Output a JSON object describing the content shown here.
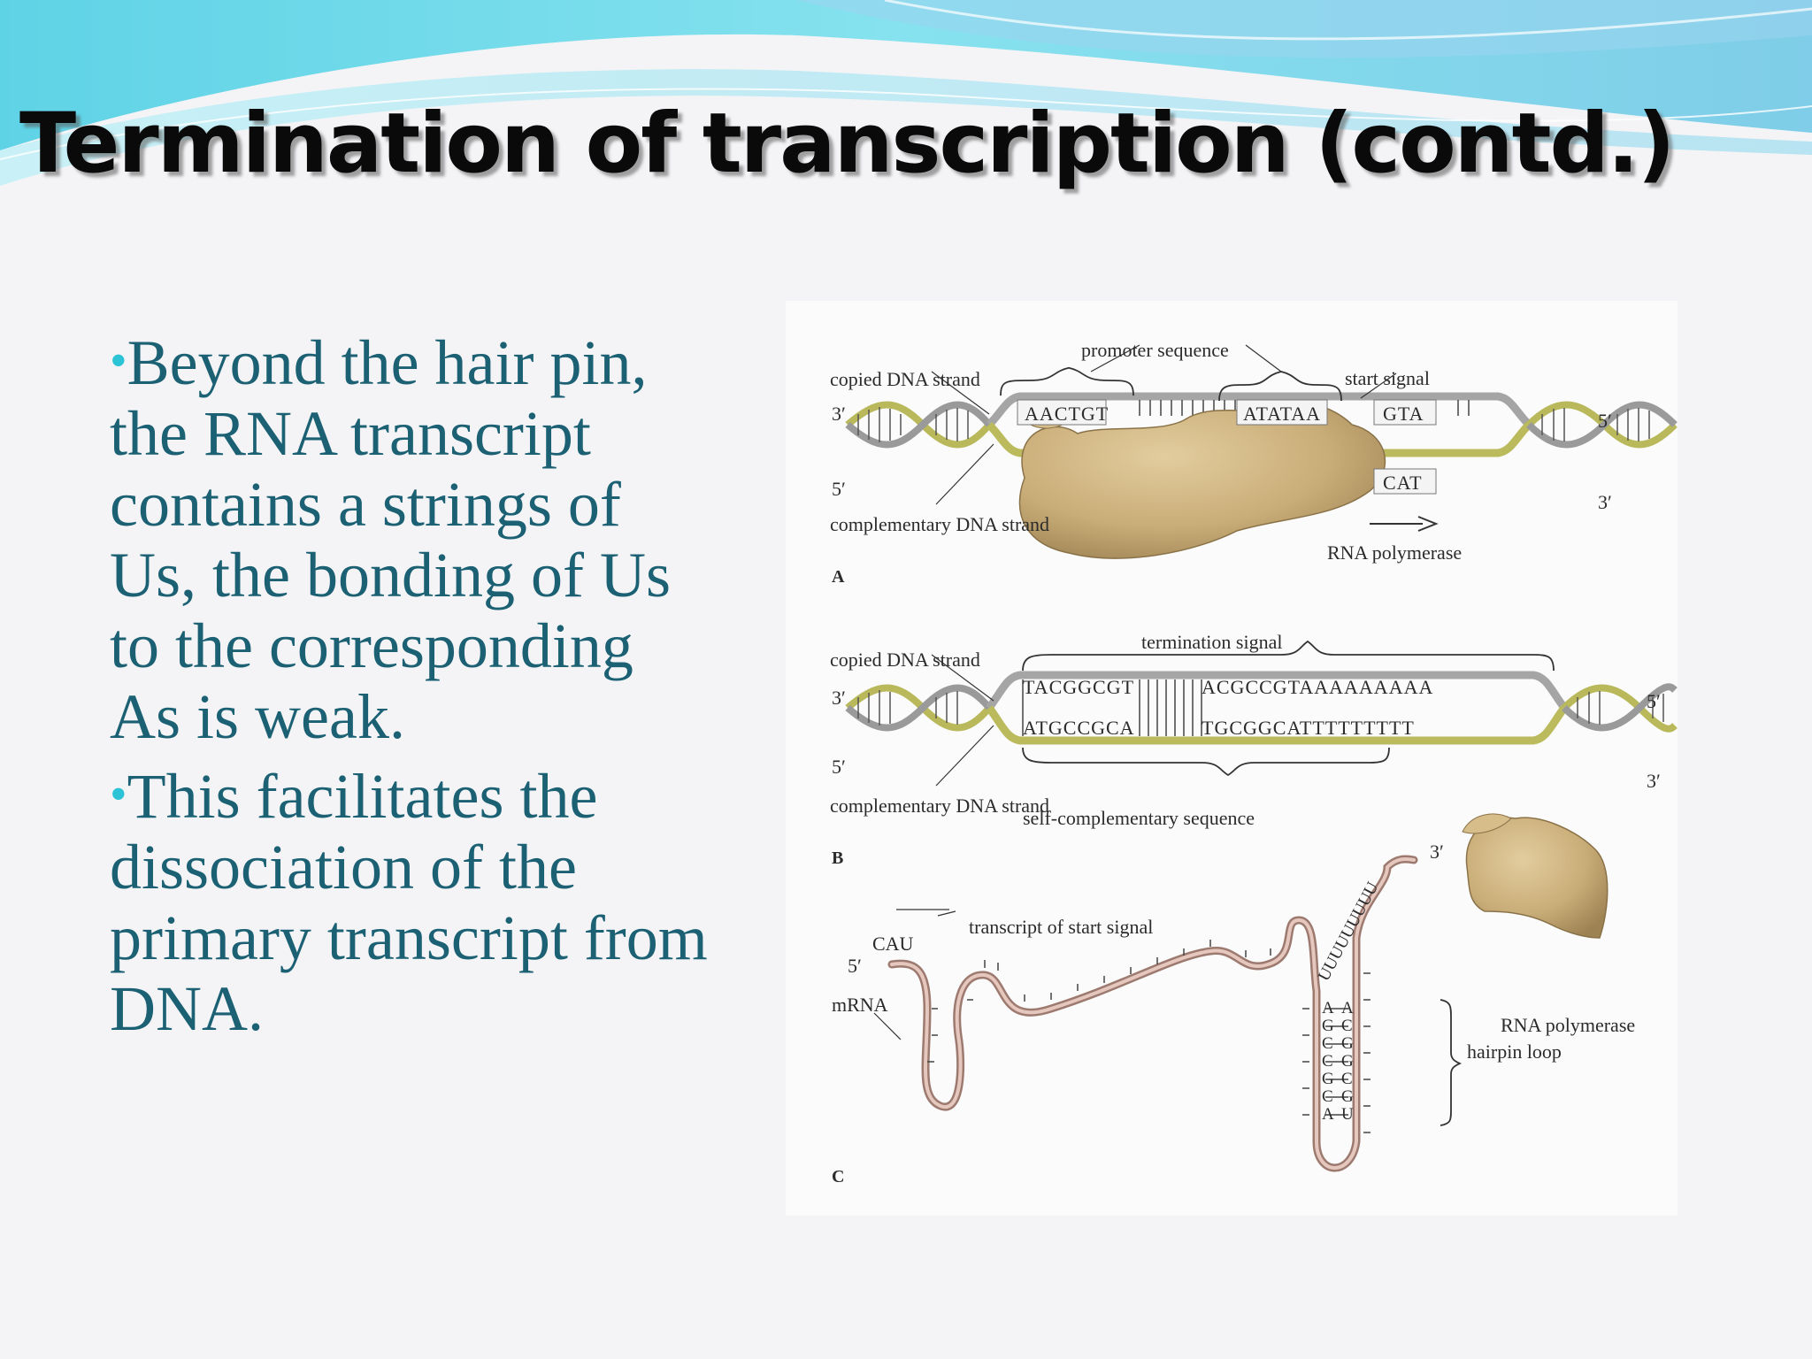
{
  "slide": {
    "title": "Termination of transcription (contd.)",
    "bullets": [
      "Beyond the hair pin, the RNA transcript contains a strings of Us, the bonding of Us to the corresponding As is weak.",
      "This facilitates the dissociation of the primary transcript from DNA."
    ]
  },
  "figure": {
    "panel_a": {
      "label": "A",
      "promoter_sequence": "promoter sequence",
      "copied_dna_strand": "copied DNA strand",
      "start_signal": "start signal",
      "complementary_dna_strand": "complementary DNA strand",
      "rna_polymerase": "RNA polymerase",
      "seq_top_1": "AACTGT",
      "seq_top_2": "ATATAA",
      "seq_top_3": "GTA",
      "seq_bottom_1": "CAT",
      "end_3_left": "3′",
      "end_5_left": "5′",
      "end_5_right": "5′",
      "end_3_right": "3′"
    },
    "panel_b": {
      "label": "B",
      "copied_dna_strand": "copied DNA strand",
      "termination_signal": "termination signal",
      "complementary_dna_strand": "complementary DNA strand",
      "self_complementary_sequence": "self-complementary sequence",
      "seq_top_1": "TACGGCGT",
      "seq_top_2": "ACGCCGTAAAAAAAAA",
      "seq_bottom_1": "ATGCCGCA",
      "seq_bottom_2": "TGCGGCATTTTTTTTT",
      "end_3_left": "3′",
      "end_5_left": "5′",
      "end_5_right": "5′",
      "end_3_right": "3′"
    },
    "panel_c": {
      "label": "C",
      "cau": "CAU",
      "transcript_of_start_signal": "transcript of start signal",
      "end_5": "5′",
      "end_3": "3′",
      "mrna": "mRNA",
      "hairpin_loop": "hairpin loop",
      "rna_polymerase": "RNA polymerase",
      "u_tail": "UUUUUUUUU",
      "stem_left": [
        "A",
        "G",
        "C",
        "C",
        "G",
        "C",
        "A"
      ],
      "stem_right": [
        "A",
        "C",
        "G",
        "G",
        "C",
        "G",
        "U"
      ]
    }
  }
}
